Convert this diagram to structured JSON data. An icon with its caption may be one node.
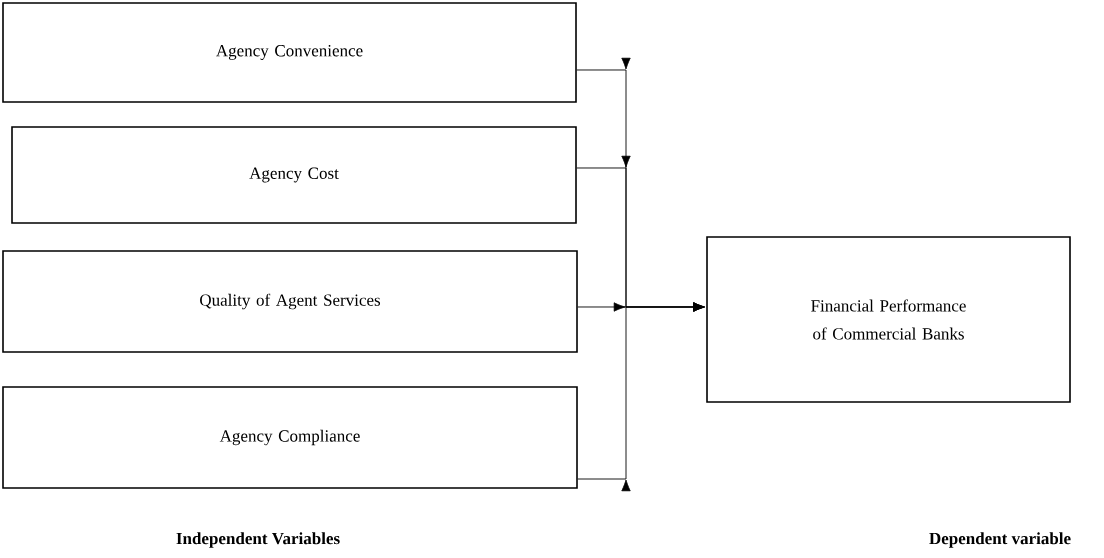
{
  "diagram": {
    "nodes": [
      {
        "text": [
          "Agency Convenience"
        ]
      },
      {
        "text": [
          "Agency Cost"
        ]
      },
      {
        "text": [
          "Quality of Agent Services"
        ]
      },
      {
        "text": [
          "Agency Compliance"
        ]
      },
      {
        "text": [
          "Financial Performance of Commercial Banks"
        ]
      }
    ],
    "edges": [
      {
        "from": 0,
        "to": 4,
        "arrow": "to"
      },
      {
        "from": 1,
        "to": 4,
        "arrow": "to"
      },
      {
        "from": 2,
        "to": 4,
        "arrow": "to"
      },
      {
        "from": 3,
        "to": 4,
        "arrow": "to"
      }
    ],
    "labels": [
      "Independent Variables",
      "Dependent variable"
    ]
  }
}
